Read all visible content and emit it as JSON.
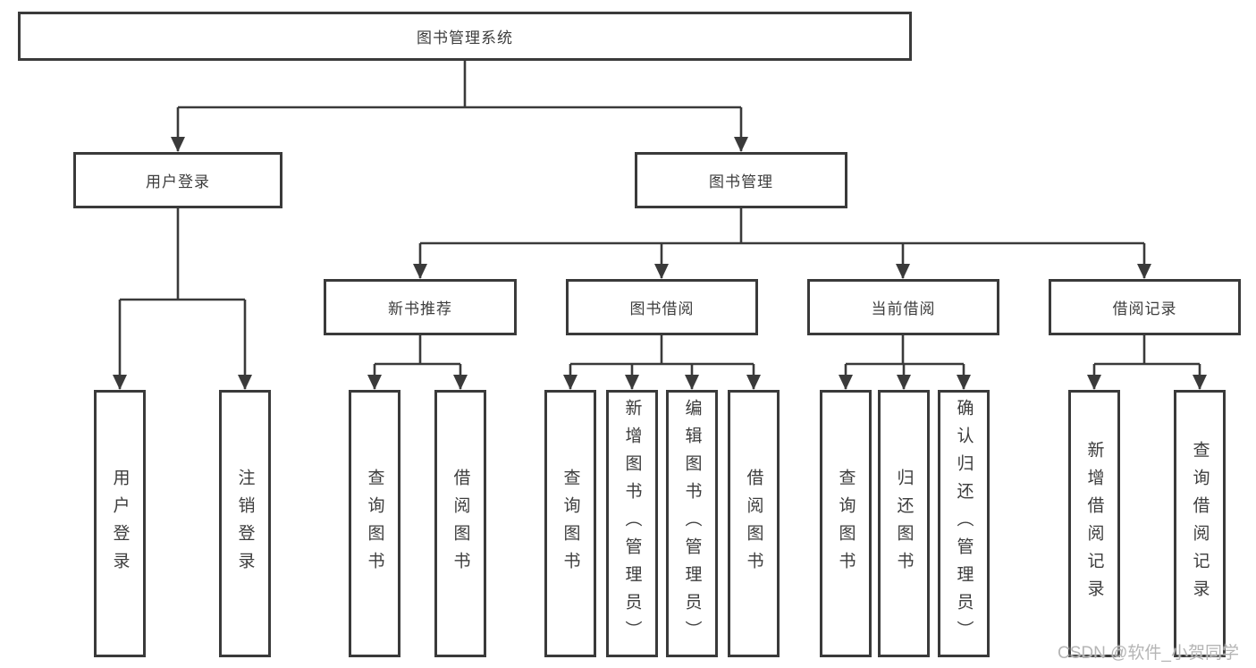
{
  "tree": {
    "root": "图书管理系统",
    "children": [
      {
        "label": "用户登录",
        "children": [
          "用户登录",
          "注销登录"
        ]
      },
      {
        "label": "图书管理",
        "children": [
          {
            "label": "新书推荐",
            "children": [
              "查询图书",
              "借阅图书"
            ]
          },
          {
            "label": "图书借阅",
            "children": [
              "查询图书",
              "新增图书（管理员）",
              "编辑图书（管理员）",
              "借阅图书"
            ]
          },
          {
            "label": "当前借阅",
            "children": [
              "查询图书",
              "归还图书",
              "确认归还（管理员）"
            ]
          },
          {
            "label": "借阅记录",
            "children": [
              "新增借阅记录",
              "查询借阅记录"
            ]
          }
        ]
      }
    ]
  },
  "colors": {
    "line": "#3a3a3a",
    "text": "#3d3d3d",
    "watermark": "#b5b5b5",
    "background": "#ffffff"
  },
  "watermark": {
    "text": "CSDN @软件_小贺同学"
  }
}
